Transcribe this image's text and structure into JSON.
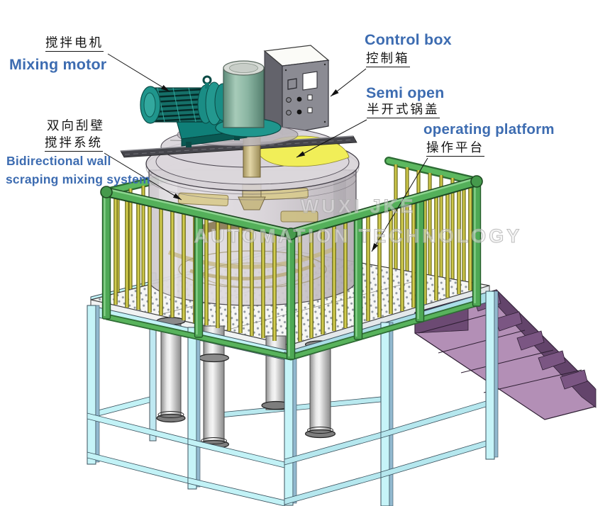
{
  "watermark": {
    "line1": "WUXI JKE",
    "line2": "AUTOMATION TECHNOLOGY"
  },
  "callouts": {
    "mixing_motor": {
      "zh": "搅拌电机",
      "en": "Mixing motor"
    },
    "control_box": {
      "en": "Control box",
      "zh": "控制箱"
    },
    "semi_open": {
      "en": "Semi open",
      "zh": "半开式锅盖"
    },
    "wall_scraping": {
      "zh1": "双向刮壁",
      "zh2": "搅拌系统",
      "en1": "Bidirectional wall",
      "en2": "scraping mixing system"
    },
    "operating_platform": {
      "en": "operating platform",
      "zh": "操作平台"
    }
  },
  "colors": {
    "label_blue": "#3d6cb1",
    "machine_teal": "#179089",
    "rail_green": "#54b05a",
    "baluster_yellow": "#d2cc4e",
    "frame_cyan": "#c2f2f6",
    "stair_purple": "#b38fb6",
    "semi_open_yellow": "#f1ee58"
  }
}
